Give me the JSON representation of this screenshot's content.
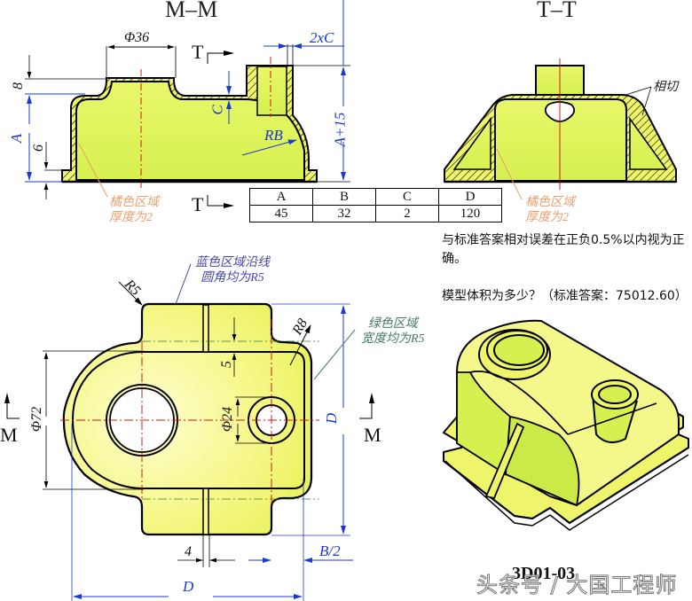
{
  "views": {
    "section_mm": {
      "title": "M–M"
    },
    "section_tt": {
      "title": "T–T"
    }
  },
  "section_marks": {
    "t_top": "T",
    "t_bottom": "T",
    "m_left": "M",
    "m_right": "M"
  },
  "dimensions": {
    "mm_view": {
      "phi36": "Φ36",
      "two_x_c": "2xC",
      "eight": "8",
      "a": "A",
      "six": "6",
      "c": "C",
      "rb": "RB",
      "a_plus_15": "A+15"
    },
    "plan_view": {
      "r5": "R5",
      "r8": "R8",
      "phi72": "Φ72",
      "phi24": "Φ24",
      "five": "5",
      "d_vertical": "D",
      "d_horizontal": "D",
      "four": "4",
      "b_half": "B/2"
    }
  },
  "notes": {
    "orange_left": [
      "橘色区域",
      "厚度为2"
    ],
    "orange_right": [
      "橘色区域",
      "厚度为2"
    ],
    "tangent": "相切",
    "blue": [
      "蓝色区域沿线",
      "圆角均为R5"
    ],
    "green": [
      "绿色区域",
      "宽度均为R5"
    ]
  },
  "parameter_table": {
    "headers": [
      "A",
      "B",
      "C",
      "D"
    ],
    "values": [
      "45",
      "32",
      "2",
      "120"
    ]
  },
  "question": {
    "tolerance": "与标准答案相对误差在正负0.5%以内视为正确。",
    "prompt": "模型体积为多少？（标准答案：75012.60）"
  },
  "drawing_number": "3D01-03",
  "watermark": "头条号 / 大国工程师",
  "colors": {
    "part_fill": "#eef56a",
    "part_fill_light": "#f7fa9a",
    "section_fill": "#dff55a",
    "outline": "#000000",
    "dimension": "#1a3ad0",
    "centerline": "#d01818",
    "note_orange": "#e8a070",
    "note_blue": "#4646a8",
    "note_green": "#46786a"
  }
}
